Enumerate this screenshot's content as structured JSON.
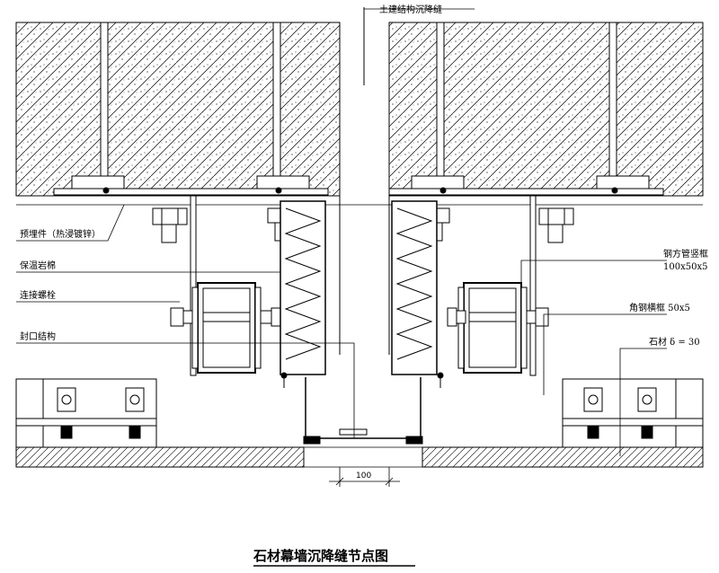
{
  "labels": {
    "settlement_joint": "土建结构沉降缝",
    "embedded_part": "预埋件（热浸镀锌）",
    "insulation": "保温岩棉",
    "connection_bolt": "连接螺栓",
    "closure": "封口结构",
    "steel_tube_frame": "钢方管竖框",
    "steel_tube_size": "100x50x5",
    "angle_steel_frame": "角钢横框  50x5",
    "stone": "石材 δ = 30"
  },
  "dimension": {
    "gap": "100"
  },
  "title": "石材幕墙沉降缝节点图"
}
